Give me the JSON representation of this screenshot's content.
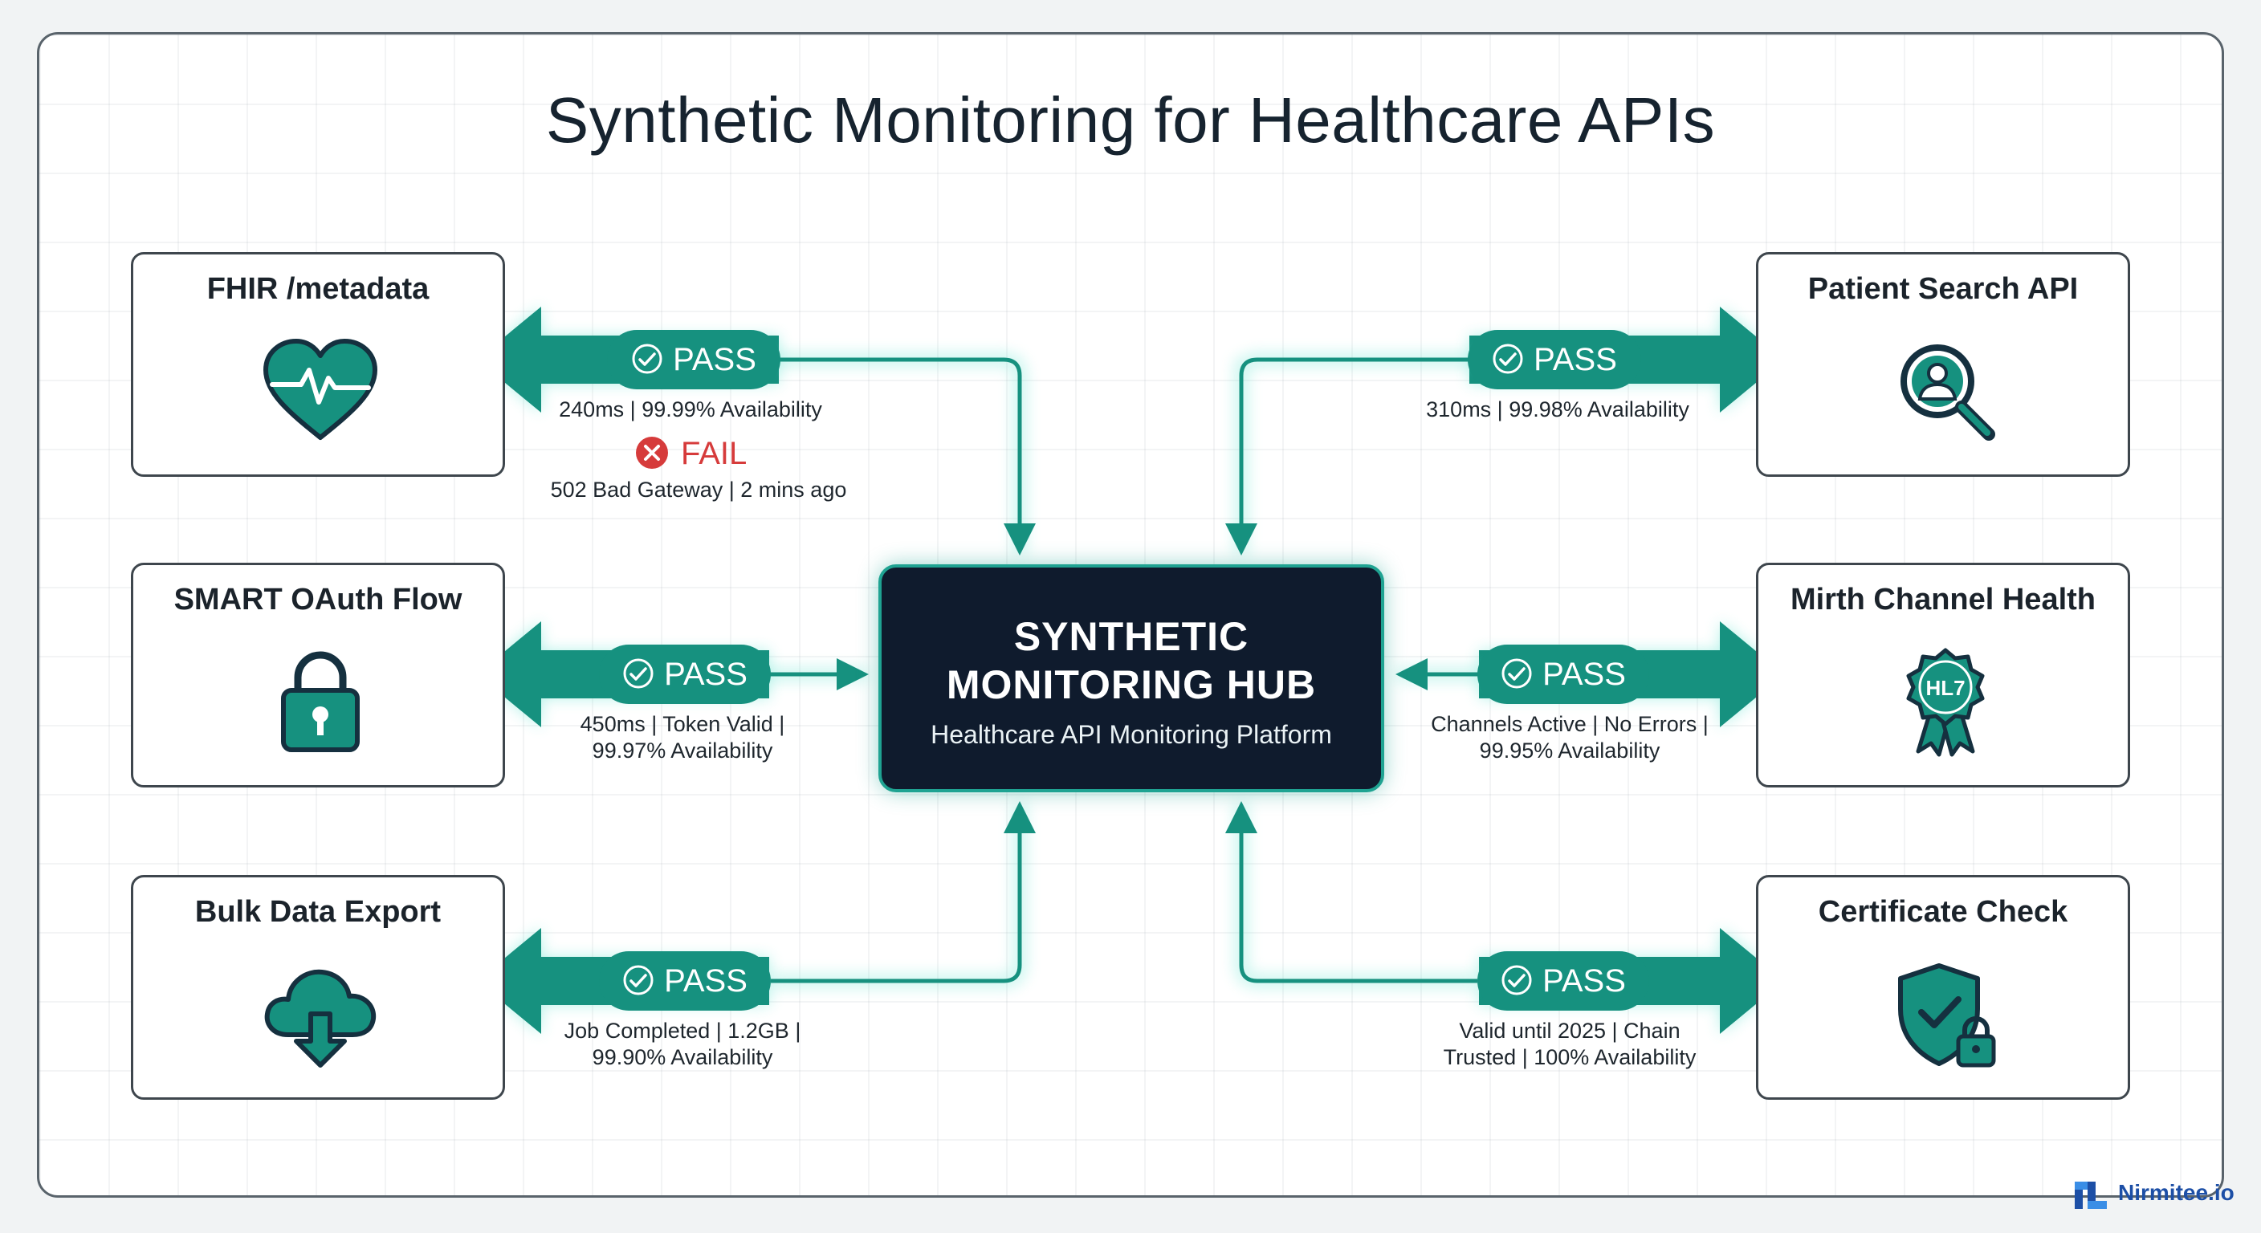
{
  "title": "Synthetic Monitoring for Healthcare APIs",
  "colors": {
    "accent": "#16917f",
    "hub_background": "#0f1b2d",
    "fail": "#d63b3b",
    "brand": "#1d4fa6"
  },
  "hub": {
    "title_line1": "SYNTHETIC",
    "title_line2": "MONITORING HUB",
    "subtitle": "Healthcare API Monitoring Platform"
  },
  "nodes": [
    {
      "title": "FHIR /metadata",
      "icon": "heart-pulse-icon",
      "status": "PASS",
      "detail_line1": "240ms | 99.99% Availability",
      "detail_line2": "",
      "fail": {
        "label": "FAIL",
        "message": "502 Bad Gateway | 2 mins ago"
      }
    },
    {
      "title": "SMART OAuth Flow",
      "icon": "padlock-icon",
      "status": "PASS",
      "detail_line1": "450ms | Token Valid |",
      "detail_line2": "99.97% Availability"
    },
    {
      "title": "Bulk Data Export",
      "icon": "cloud-download-icon",
      "status": "PASS",
      "detail_line1": "Job Completed | 1.2GB |",
      "detail_line2": "99.90% Availability"
    },
    {
      "title": "Patient Search API",
      "icon": "patient-search-icon",
      "status": "PASS",
      "detail_line1": "310ms | 99.98% Availability",
      "detail_line2": ""
    },
    {
      "title": "Mirth Channel Health",
      "icon": "hl7-rosette-icon",
      "icon_text": "HL7",
      "status": "PASS",
      "detail_line1": "Channels Active | No Errors |",
      "detail_line2": "99.95% Availability"
    },
    {
      "title": "Certificate Check",
      "icon": "shield-lock-icon",
      "status": "PASS",
      "detail_line1": "Valid until 2025 | Chain",
      "detail_line2": "Trusted | 100% Availability"
    }
  ],
  "brand": {
    "name": "Nirmitee.io",
    "logo_icon": "nirmitee-logo-icon"
  }
}
